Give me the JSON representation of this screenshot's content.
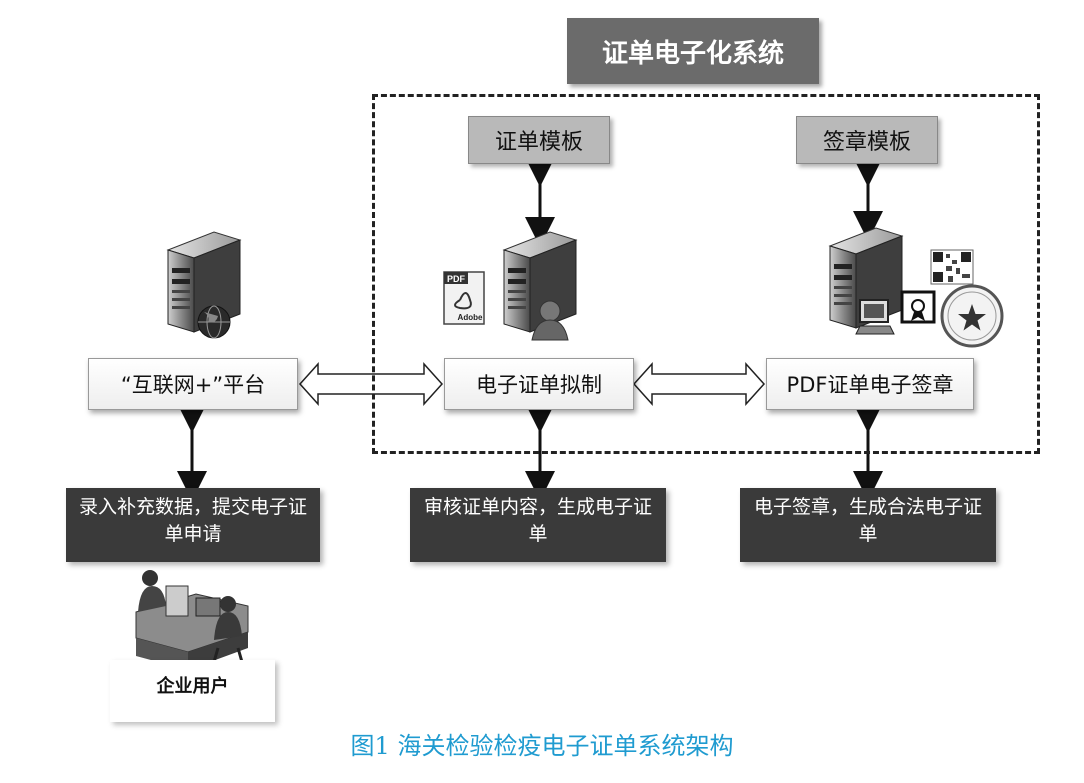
{
  "system_title": "证单电子化系统",
  "templates": {
    "cert": "证单模板",
    "seal": "签章模板"
  },
  "processes": {
    "platform": "“互联网+”平台",
    "draft": "电子证单拟制",
    "sign": "PDF证单电子签章"
  },
  "descriptions": {
    "platform": "录入补充数据，提交电子证单申请",
    "draft": "审核证单内容，生成电子证单",
    "sign": "电子签章，生成合法电子证单"
  },
  "user_label": "企业用户",
  "pdf_icon": {
    "top": "PDF",
    "bottom": "Adobe"
  },
  "caption": "图1 海关检验检疫电子证单系统架构",
  "icons": [
    "server-icon",
    "globe-icon",
    "pdf-document-icon",
    "user-icon",
    "computer-icon",
    "certificate-icon",
    "qr-code-icon",
    "official-seal-icon",
    "office-users-icon"
  ]
}
